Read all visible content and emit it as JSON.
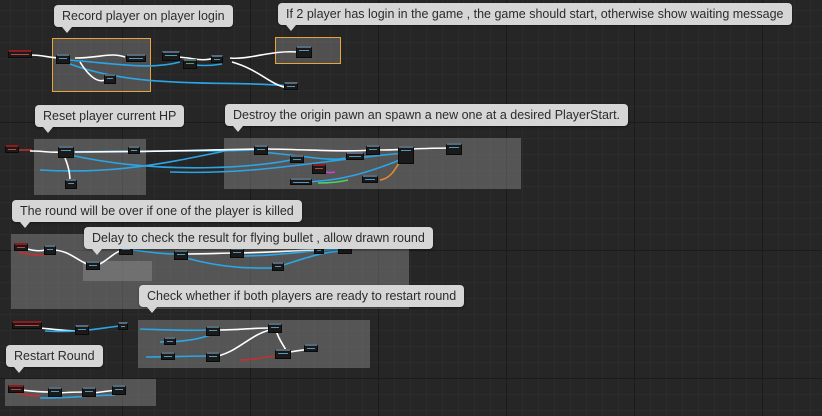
{
  "comments": {
    "record_login": "Record player on player login",
    "start_condition": "If 2 player has login in the game , the game should start, otherwise show waiting message",
    "reset_hp": "Reset player current HP",
    "respawn": "Destroy the origin pawn an spawn a new one at a desired PlayerStart.",
    "round_over": "The round will be over if one of the player is killed",
    "delay_check": "Delay to check the result for flying bullet , allow drawn round",
    "restart_check": "Check whether if both players are ready to restart round",
    "restart_round": "Restart Round"
  },
  "colors": {
    "background": "#262626",
    "exec_wire": "#ffffff",
    "object_wire": "#2aa6e8",
    "event_wire": "#c43030",
    "selection": "#e8a33c",
    "comment_bubble": "#d6d6d6"
  }
}
